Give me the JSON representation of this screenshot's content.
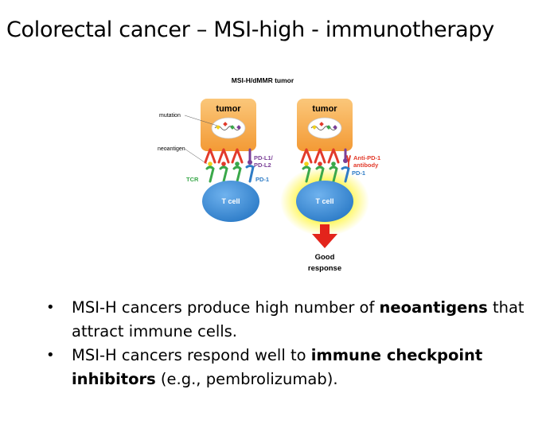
{
  "slide": {
    "title": "Colorectal cancer – MSI-high - immunotherapy"
  },
  "diagram": {
    "heading": "MSI-H/dMMR tumor",
    "left_panel": {
      "tumor_label": "tumor",
      "cell_label": "T cell",
      "mutation_label": "mutation",
      "neoantigen_label": "neoantigen",
      "tcr_label": "TCR",
      "pdl_label_line1": "PD-L1/",
      "pdl_label_line2": "PD-L2",
      "pd1_label": "PD-1"
    },
    "right_panel": {
      "tumor_label": "tumor",
      "cell_label": "T cell",
      "antibody_label_line1": "Anti-PD-1",
      "antibody_label_line2": "antibody",
      "pd1_label": "PD-1",
      "result_line1": "Good",
      "result_line2": "response"
    },
    "colors": {
      "tumor_fill": "#f7a948",
      "tumor_top": "#fbc77a",
      "tcell_fill": "#3d8ed6",
      "tcr_green": "#3aa84a",
      "pdl_purple": "#7a3f97",
      "pd1_blue": "#2e7cc6",
      "receptor_red": "#e23a2a",
      "glow_yellow": "#fff64a",
      "arrow_red": "#e3241b"
    }
  },
  "bullets": [
    {
      "parts": [
        {
          "text": "MSI-H cancers produce high number of ",
          "bold": false
        },
        {
          "text": "neoantigens",
          "bold": true
        },
        {
          "text": " that attract immune cells.",
          "bold": false
        }
      ]
    },
    {
      "parts": [
        {
          "text": "MSI-H cancers respond well to ",
          "bold": false
        },
        {
          "text": "immune checkpoint inhibitors",
          "bold": true
        },
        {
          "text": " (e.g., pembrolizumab).",
          "bold": false
        }
      ]
    }
  ]
}
